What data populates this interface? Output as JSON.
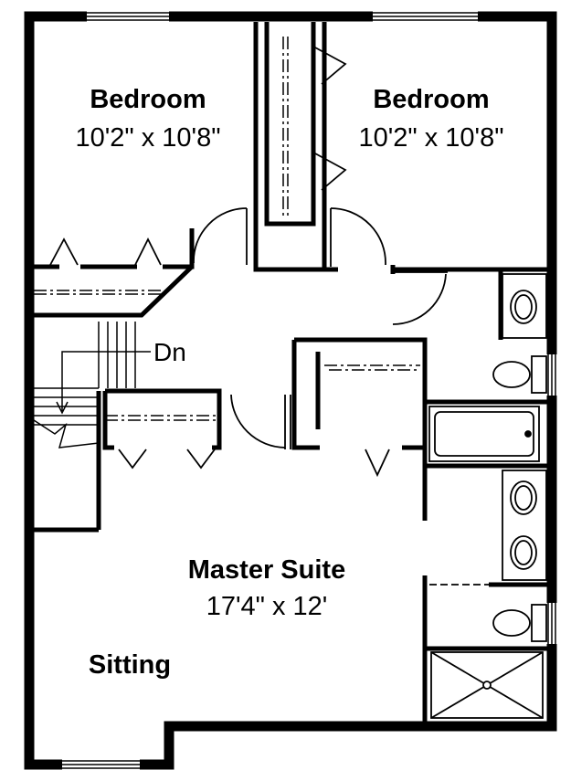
{
  "rooms": {
    "bedroom_left": {
      "name": "Bedroom",
      "size": "10'2\" x 10'8\""
    },
    "bedroom_right": {
      "name": "Bedroom",
      "size": "10'2\" x 10'8\""
    },
    "master_suite": {
      "name": "Master Suite",
      "size": "17'4\" x 12'"
    },
    "sitting": {
      "name": "Sitting"
    }
  },
  "stairs": {
    "label": "Dn"
  },
  "colors": {
    "line": "#000000",
    "background": "#ffffff"
  }
}
